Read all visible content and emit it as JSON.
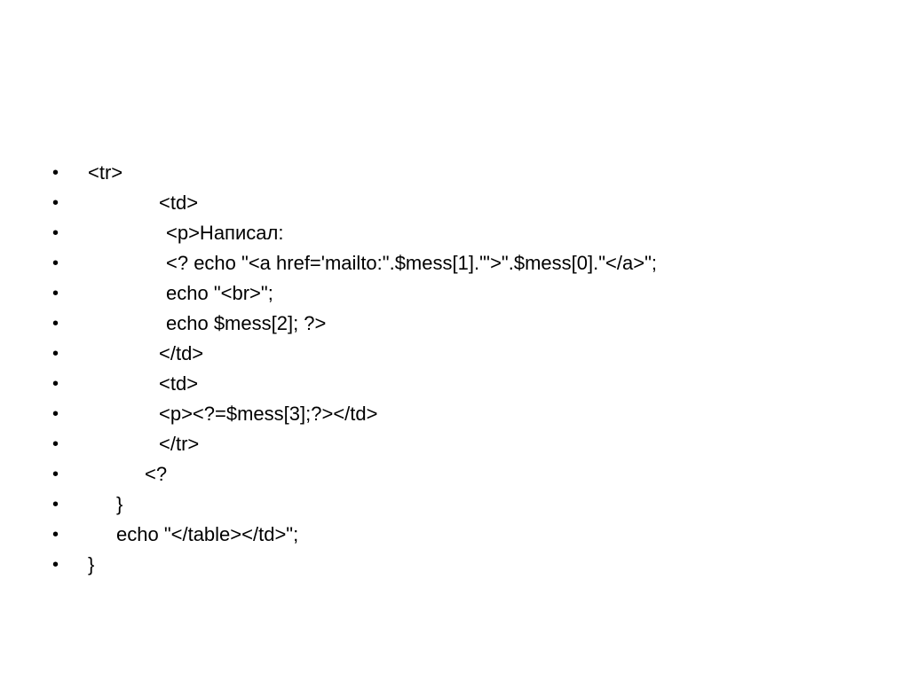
{
  "slide": {
    "bullet_symbol": "•",
    "lines": [
      {
        "text": "<tr>"
      },
      {
        "text": "<td>"
      },
      {
        "text": "<p>Написал:"
      },
      {
        "text": "<? echo \"<a href='mailto:\".$mess[1].\"'>\".$mess[0].\"</a>\";"
      },
      {
        "text": "echo \"<br>\";"
      },
      {
        "text": "echo $mess[2]; ?>"
      },
      {
        "text": "</td>"
      },
      {
        "text": "<td>"
      },
      {
        "text": "<p><?=$mess[3];?></td>"
      },
      {
        "text": "</tr>"
      },
      {
        "text": "<?"
      },
      {
        "text": "}"
      },
      {
        "text": "echo \"</table></td>\";"
      },
      {
        "text": "}"
      }
    ]
  }
}
